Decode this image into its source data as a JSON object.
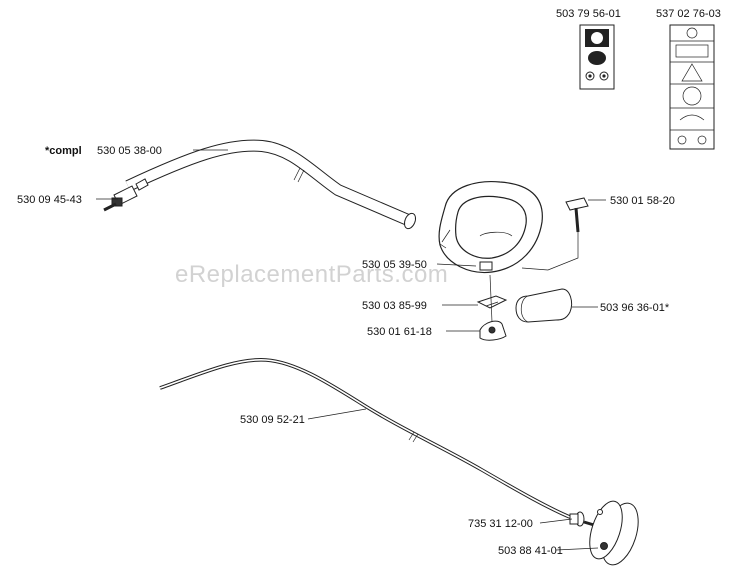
{
  "watermark": "eReplacementParts.com",
  "labels": {
    "decal_1": "503 79 56-01",
    "decal_2": "537 02 76-03",
    "shaft_compl_prefix": "*compl",
    "shaft_compl_number": "530 05 38-00",
    "coupling": "530 09 45-43",
    "screw": "530 01 58-20",
    "handle": "530 05 39-50",
    "clamp": "530 03 85-99",
    "nut_plate": "530 01 61-18",
    "grip": "503 96 36-01*",
    "drive_cable": "530 09 52-21",
    "washer": "735 31 12-00",
    "clutch_drum": "503 88 41-01"
  }
}
